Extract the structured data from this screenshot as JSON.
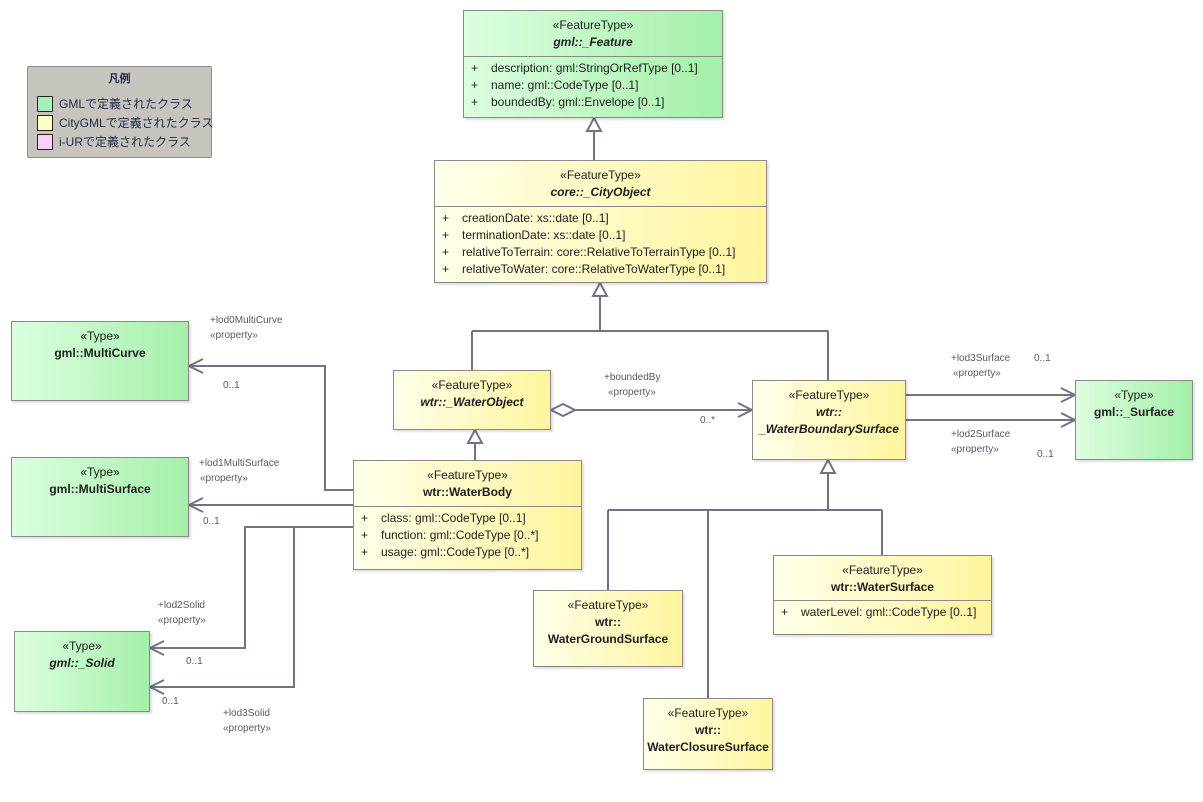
{
  "legend": {
    "title": "凡例",
    "items": [
      {
        "label": "GMLで定義されたクラス",
        "color": "#a3f0bb"
      },
      {
        "label": "CityGMLで定義されたクラス",
        "color": "#ffffc4"
      },
      {
        "label": "i-URで定義されたクラス",
        "color": "#ffd0ff"
      }
    ]
  },
  "classes": {
    "gml_feature": {
      "stereotype": "«FeatureType»",
      "name": "gml::_Feature",
      "attributes": [
        {
          "visibility": "+",
          "text": "description: gml:StringOrRefType [0..1]"
        },
        {
          "visibility": "+",
          "text": "name: gml::CodeType [0..1]"
        },
        {
          "visibility": "+",
          "text": "boundedBy: gml::Envelope [0..1]"
        }
      ]
    },
    "core_city_object": {
      "stereotype": "«FeatureType»",
      "name": "core::_CityObject",
      "attributes": [
        {
          "visibility": "+",
          "text": "creationDate: xs::date [0..1]"
        },
        {
          "visibility": "+",
          "text": "terminationDate: xs::date [0..1]"
        },
        {
          "visibility": "+",
          "text": "relativeToTerrain: core::RelativeToTerrainType [0..1]"
        },
        {
          "visibility": "+",
          "text": "relativeToWater: core::RelativeToWaterType [0..1]"
        }
      ]
    },
    "gml_multi_curve": {
      "stereotype": "«Type»",
      "name": "gml::MultiCurve"
    },
    "gml_multi_surface": {
      "stereotype": "«Type»",
      "name": "gml::MultiSurface"
    },
    "gml_solid": {
      "stereotype": "«Type»",
      "name": "gml::_Solid"
    },
    "wtr_water_object": {
      "stereotype": "«FeatureType»",
      "name": "wtr::_WaterObject"
    },
    "wtr_water_body": {
      "stereotype": "«FeatureType»",
      "name": "wtr::WaterBody",
      "attributes": [
        {
          "visibility": "+",
          "text": "class: gml::CodeType [0..1]"
        },
        {
          "visibility": "+",
          "text": "function: gml::CodeType [0..*]"
        },
        {
          "visibility": "+",
          "text": "usage: gml::CodeType [0..*]"
        }
      ]
    },
    "wtr_water_boundary_surface": {
      "stereotype": "«FeatureType»",
      "name_lines": [
        "wtr::",
        "_WaterBoundarySurface"
      ]
    },
    "gml_surface": {
      "stereotype": "«Type»",
      "name": "gml::_Surface"
    },
    "wtr_water_surface": {
      "stereotype": "«FeatureType»",
      "name": "wtr::WaterSurface",
      "attributes": [
        {
          "visibility": "+",
          "text": "waterLevel: gml::CodeType [0..1]"
        }
      ]
    },
    "wtr_water_ground_surface": {
      "stereotype": "«FeatureType»",
      "name_lines": [
        "wtr::",
        "WaterGroundSurface"
      ]
    },
    "wtr_water_closure_surface": {
      "stereotype": "«FeatureType»",
      "name_lines": [
        "wtr::",
        "WaterClosureSurface"
      ]
    }
  },
  "associations": {
    "lod0_multi_curve": {
      "role": "+lod0MultiCurve",
      "stereotype": "«property»",
      "multiplicity": "0..1"
    },
    "lod1_multi_surface": {
      "role": "+lod1MultiSurface",
      "stereotype": "«property»",
      "multiplicity": "0..1"
    },
    "lod2_solid": {
      "role": "+lod2Solid",
      "stereotype": "«property»",
      "multiplicity": "0..1"
    },
    "lod3_solid": {
      "role": "+lod3Solid",
      "stereotype": "«property»",
      "multiplicity": "0..1"
    },
    "bounded_by": {
      "role": "+boundedBy",
      "stereotype": "«property»",
      "multiplicity": "0..*"
    },
    "lod3_surface": {
      "role": "+lod3Surface",
      "stereotype": "«property»",
      "multiplicity": "0..1"
    },
    "lod2_surface": {
      "role": "+lod2Surface",
      "stereotype": "«property»",
      "multiplicity": "0..1"
    }
  }
}
